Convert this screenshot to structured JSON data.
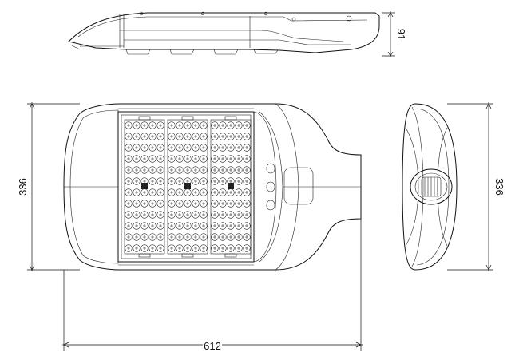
{
  "diagram": {
    "dimensions": {
      "height_side": "91",
      "width_top": "336",
      "width_end": "336",
      "length": "612"
    },
    "led_module": {
      "count": 3,
      "rows": 12,
      "cols": 5
    }
  }
}
